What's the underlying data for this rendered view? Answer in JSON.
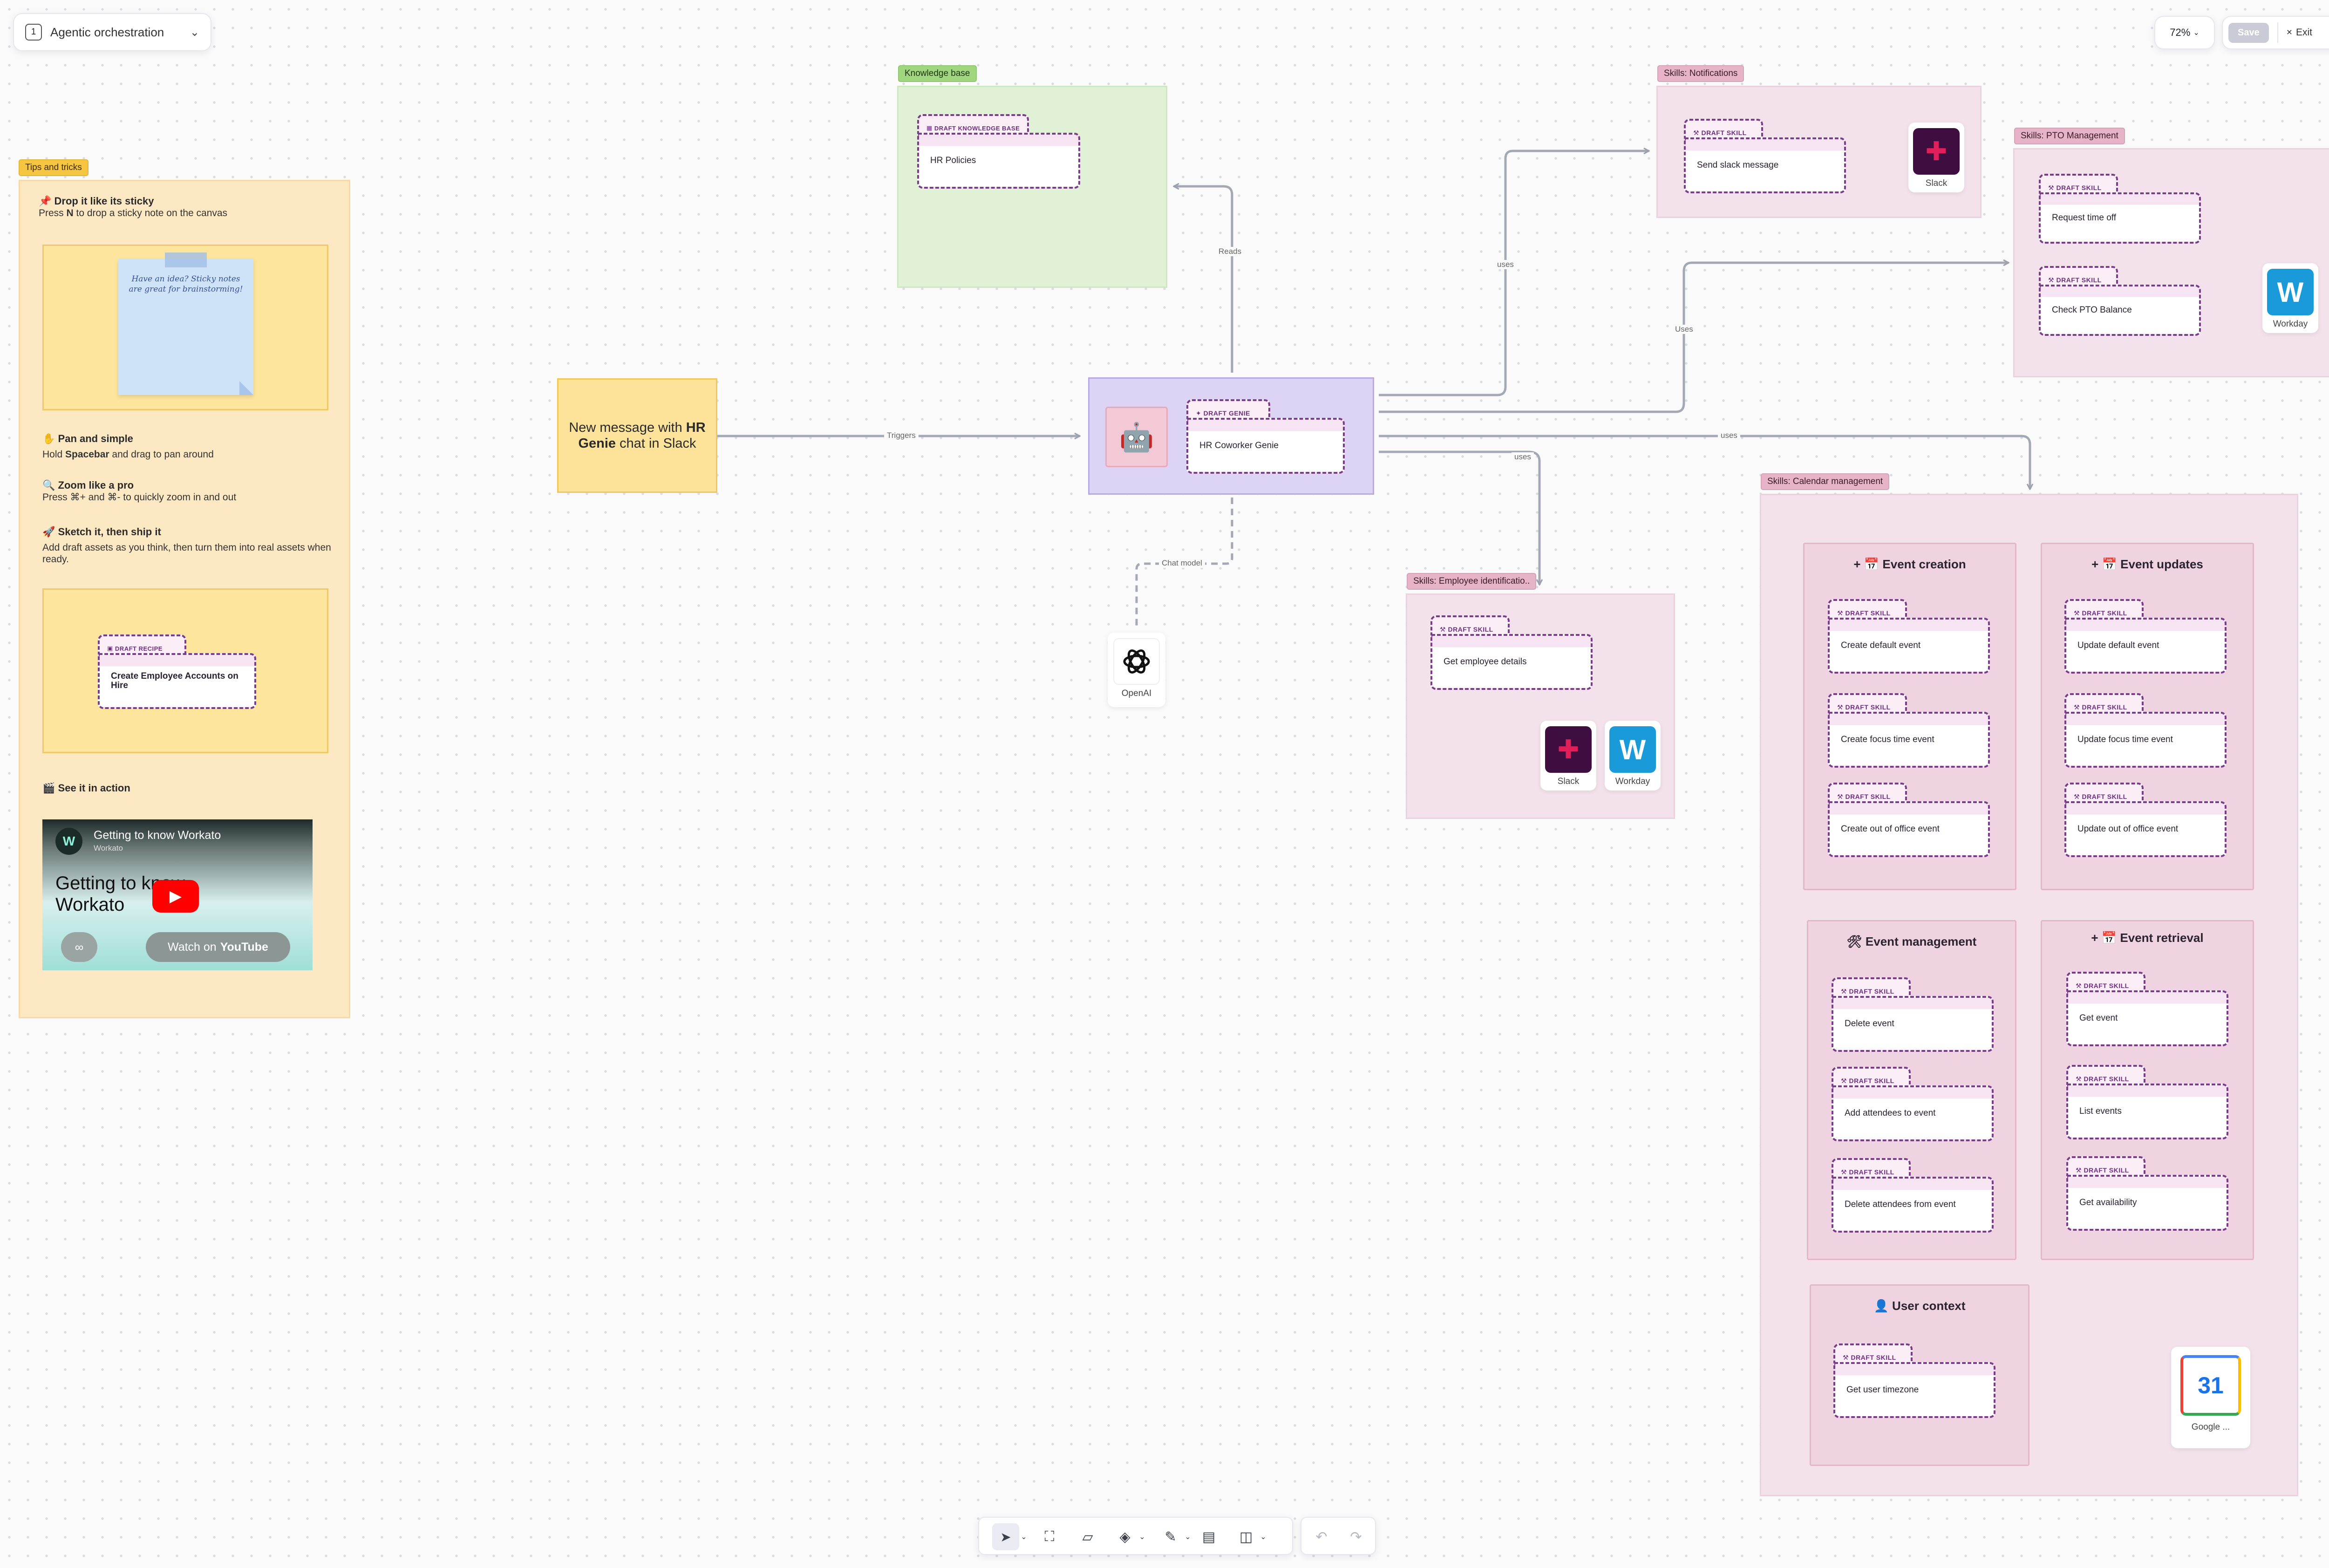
{
  "header": {
    "step_badge": "1",
    "workspace_title": "Agentic orchestration",
    "zoom": "72%",
    "save_label": "Save",
    "exit_label": "Exit"
  },
  "tips": {
    "tag": "Tips and tricks",
    "sticky_h": "Drop it like its sticky",
    "sticky_t1": "Press ",
    "sticky_key": "N",
    "sticky_t2": " to drop a sticky note on the canvas",
    "note_text": "Have an idea? Sticky notes are great for brainstorming!",
    "pan_h": "Pan and simple",
    "pan_t1": "Hold ",
    "pan_key": "Spacebar",
    "pan_t2": " and drag to pan around",
    "zoom_h": "Zoom like a pro",
    "zoom_t": "Press ⌘+ and ⌘- to quickly zoom in and out",
    "sketch_h": "Sketch it, then ship it",
    "sketch_t": "Add draft assets as you think, then turn them into real assets when ready.",
    "recipe_tab": "DRAFT RECIPE",
    "recipe_name": "Create Employee Accounts on Hire",
    "see_h": "See it in action",
    "video": {
      "channel_title": "Getting to know Workato",
      "channel": "Workato",
      "big_title": "Getting to know Workato",
      "watch": "Watch on",
      "yt": "YouTube"
    }
  },
  "trigger": {
    "prefix": "New message with ",
    "bold": "HR Genie",
    "suffix": " chat in Slack"
  },
  "genie": {
    "tab": "DRAFT GENIE",
    "name": "HR Coworker Genie"
  },
  "edges": {
    "triggers": "Triggers",
    "reads": "Reads",
    "uses1": "uses",
    "uses2": "Uses",
    "uses3": "uses",
    "uses4": "uses",
    "chat_model": "Chat model"
  },
  "openai": {
    "label": "OpenAI"
  },
  "knowledge": {
    "tag": "Knowledge base",
    "tab": "DRAFT KNOWLEDGE BASE",
    "name": "HR Policies"
  },
  "notifications": {
    "tag": "Skills: Notifications",
    "tab": "DRAFT SKILL",
    "name": "Send slack message",
    "app": "Slack"
  },
  "pto": {
    "tag": "Skills: PTO Management",
    "tab": "DRAFT SKILL",
    "skills": [
      "Request time off",
      "Check PTO Balance"
    ],
    "app": "Workday"
  },
  "employee": {
    "tag": "Skills: Employee identificatio..",
    "tab": "DRAFT SKILL",
    "name": "Get employee details",
    "apps": [
      "Slack",
      "Workday"
    ]
  },
  "calendar": {
    "tag": "Skills: Calendar management",
    "tab": "DRAFT SKILL",
    "event_creation": {
      "title": "Event creation",
      "skills": [
        "Create default event",
        "Create focus time event",
        "Create out of office event"
      ]
    },
    "event_updates": {
      "title": "Event updates",
      "skills": [
        "Update default event",
        "Update focus time event",
        "Update out of office event"
      ]
    },
    "event_management": {
      "title": "Event management",
      "skills": [
        "Delete event",
        "Add attendees to event",
        "Delete attendees from event"
      ]
    },
    "event_retrieval": {
      "title": "Event retrieval",
      "skills": [
        "Get event",
        "List events",
        "Get availability"
      ]
    },
    "user_context": {
      "title": "User context",
      "skills": [
        "Get user timezone"
      ]
    },
    "app": "Google ..."
  },
  "colors": {
    "accent": "#7a3d8a",
    "genie_bg": "#dcd3f5",
    "trigger_bg": "#fde39a"
  }
}
